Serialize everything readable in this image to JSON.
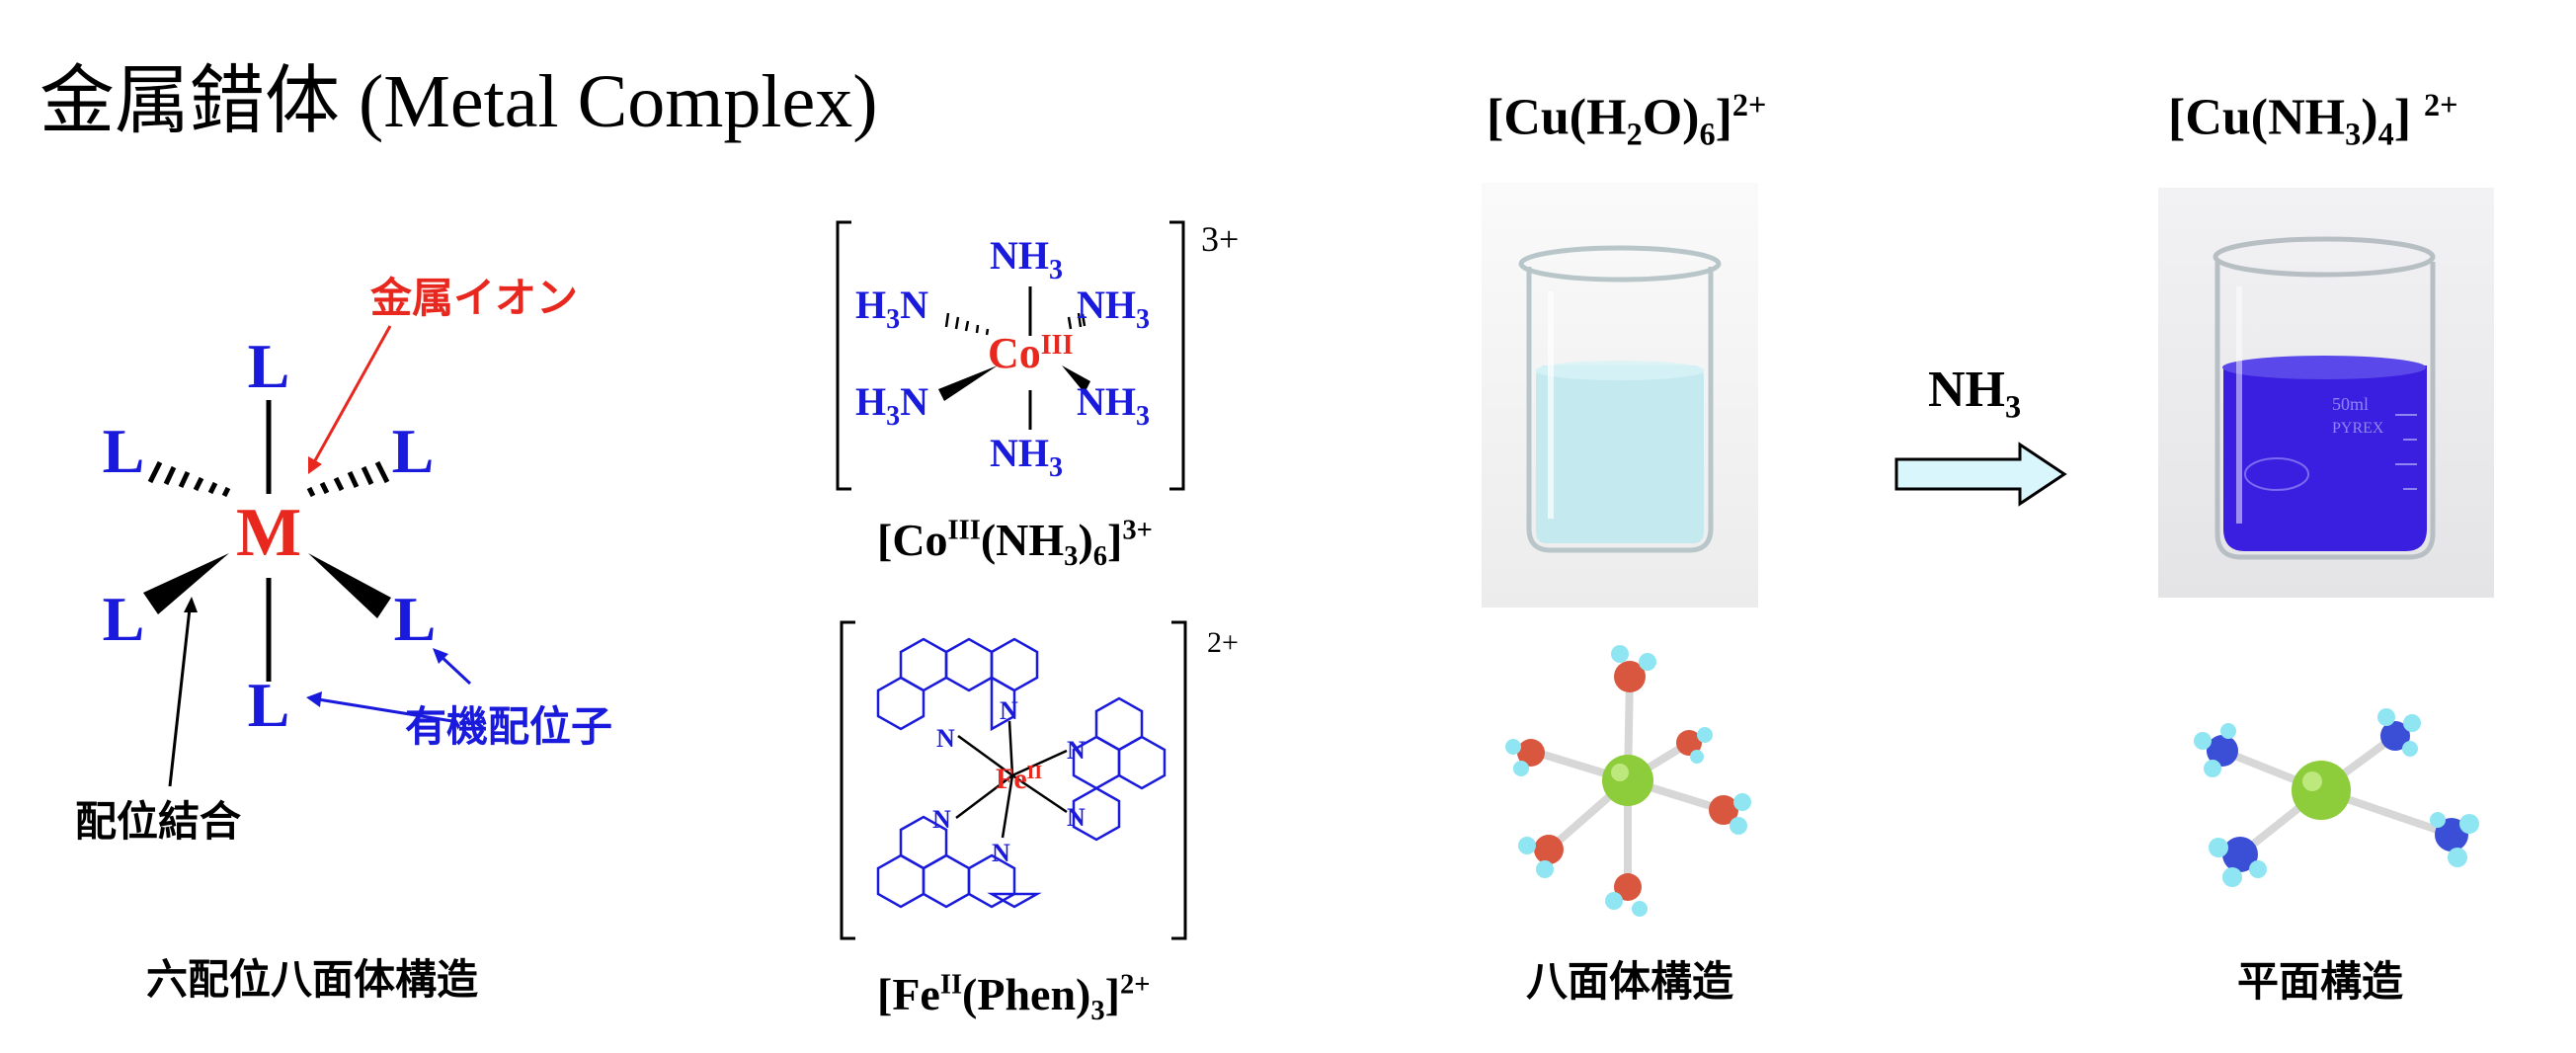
{
  "title": "金属錯体 (Metal Complex)",
  "schematic": {
    "metal_symbol": "M",
    "ligand_symbol": "L",
    "metal_ion_label": "金属イオン",
    "ligand_label": "有機配位子",
    "bond_label": "配位結合",
    "caption": "六配位八面体構造",
    "colors": {
      "metal": "#e8281e",
      "ligand": "#1a1adc",
      "text": "#000000"
    }
  },
  "cobalt_complex": {
    "ligand": "NH",
    "ligand_sub": "3",
    "ligand_left": "H",
    "ligand_left_sub": "3",
    "ligand_left_end": "N",
    "metal": "Co",
    "oxidation": "III",
    "charge": "3+",
    "formula": {
      "open": "[Co",
      "ox": "III",
      "mid": "(NH",
      "sub": "3",
      "close": ")",
      "sub2": "6",
      "end": "]",
      "charge": "3+"
    }
  },
  "iron_complex": {
    "atom_n": "N",
    "metal": "Fe",
    "oxidation": "II",
    "charge": "2+",
    "formula": {
      "open": "[Fe",
      "ox": "II",
      "mid": "(Phen)",
      "sub": "3",
      "end": "]",
      "charge": "2+"
    }
  },
  "copper_aqua": {
    "formula": {
      "open": "[Cu(H",
      "sub": "2",
      "mid": "O)",
      "sub2": "6",
      "end": "]",
      "charge": "2+"
    },
    "caption": "八面体構造",
    "solution_color": "#bfe9f0"
  },
  "reaction": {
    "reagent": "NH",
    "reagent_sub": "3"
  },
  "copper_ammine": {
    "formula": {
      "open": "[Cu(NH",
      "sub": "3",
      "mid": ")",
      "sub2": "4",
      "end": "] ",
      "charge": "2+"
    },
    "caption": "平面構造",
    "beaker_marking_1": "50ml",
    "beaker_marking_2": "PYREX",
    "solution_color": "#3a1fe0"
  }
}
